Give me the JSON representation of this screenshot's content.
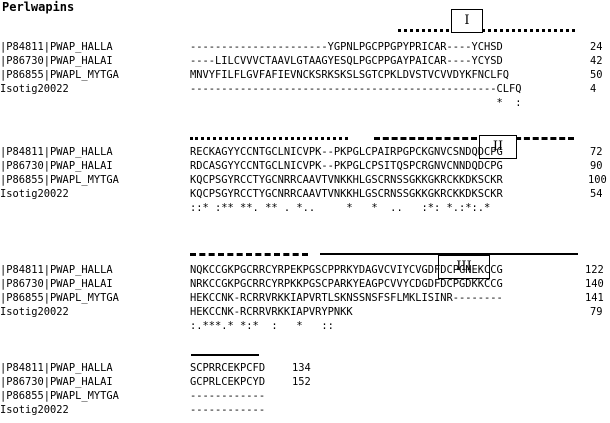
{
  "title": "Perlwapins",
  "blocks": [
    {
      "rows": [
        {
          "name": "|P84811|PWAP_HALLA",
          "seq": "----------------------YGPNLPGCPPGPYPRICAR----YCHSD",
          "num": "24"
        },
        {
          "name": "|P86730|PWAP_HALAI",
          "seq": "----LILCVVVCTAAVLGTAAGYESQLPGCPPGAYPAICAR----YCYSD",
          "num": "42"
        },
        {
          "name": "|P86855|PWAPL_MYTGA",
          "seq": "MNVYFILFLGVFAFIEVNCKSRKSKSLSGTCPKLDVSTVCVVDYKFNCLFQ",
          "num": "50"
        },
        {
          "name": "Isotig20022",
          "seq": "-------------------------------------------------CLFQ",
          "num": "4"
        }
      ],
      "consensus": "                                                 *  :",
      "labels": [
        "I"
      ]
    },
    {
      "rows": [
        {
          "name": "|P84811|PWAP_HALLA",
          "seq": "RECKAGYYCCNTGCLNICVPK--PKPGLCPAIRPGPCKGNVCSNDQDCPG",
          "num": "72"
        },
        {
          "name": "|P86730|PWAP_HALAI",
          "seq": "RDCASGYYCCNTGCLNICVPK--PKPGLCPSITQSPCRGNVCNNDQDCPG",
          "num": "90"
        },
        {
          "name": "|P86855|PWAPL_MYTGA",
          "seq": "KQCPSGYRCCTYGCNRRCAAVTVNKKHLGSCRNSSGKKGKRCKKDKSCKR",
          "num": "100"
        },
        {
          "name": "Isotig20022",
          "seq": "KQCPSGYRCCTYGCNRRCAAVTVNKKHLGSCRNSSGKKGKRCKKDKSCKR",
          "num": "54"
        }
      ],
      "consensus": "::* :** **. ** . *..     *   *  ..   :*: *.:*:.*",
      "labels": [
        "II"
      ]
    },
    {
      "rows": [
        {
          "name": "|P84811|PWAP_HALLA",
          "seq": "NQKCCGKPGCRRCYRPEKPGSCPPRKYDAGVCVIYCVGDFDCPGNEKCCG",
          "num": "122"
        },
        {
          "name": "|P86730|PWAP_HALAI",
          "seq": "NRKCCGKPGCRRCYRPKKPGSCPARKYEAGPCVVYCDGDFDCPGDKKCCG",
          "num": "140"
        },
        {
          "name": "|P86855|PWAPL_MYTGA",
          "seq": "HEKCCNK-RCRRVRKKIAPVRTLSKNSSNSFSFLMKLISINR--------",
          "num": "141"
        },
        {
          "name": "Isotig20022",
          "seq": "HEKCCNK-RCRRVRKKIAPVRYPNKK",
          "num": "79"
        }
      ],
      "consensus": ":.***.* *:*  :   *   ::",
      "labels": [
        "III"
      ]
    },
    {
      "rows": [
        {
          "name": "|P84811|PWAP_HALLA",
          "seq": "SCPRRCEKPCFD",
          "num": "134"
        },
        {
          "name": "|P86730|PWAP_HALAI",
          "seq": "GCPRLCEKPCYD",
          "num": "152"
        },
        {
          "name": "|P86855|PWAPL_MYTGA",
          "seq": "------------",
          "num": ""
        },
        {
          "name": "Isotig20022",
          "seq": "------------",
          "num": ""
        }
      ],
      "consensus": "",
      "labels": []
    }
  ],
  "highlight_color": "#c8c8c8"
}
